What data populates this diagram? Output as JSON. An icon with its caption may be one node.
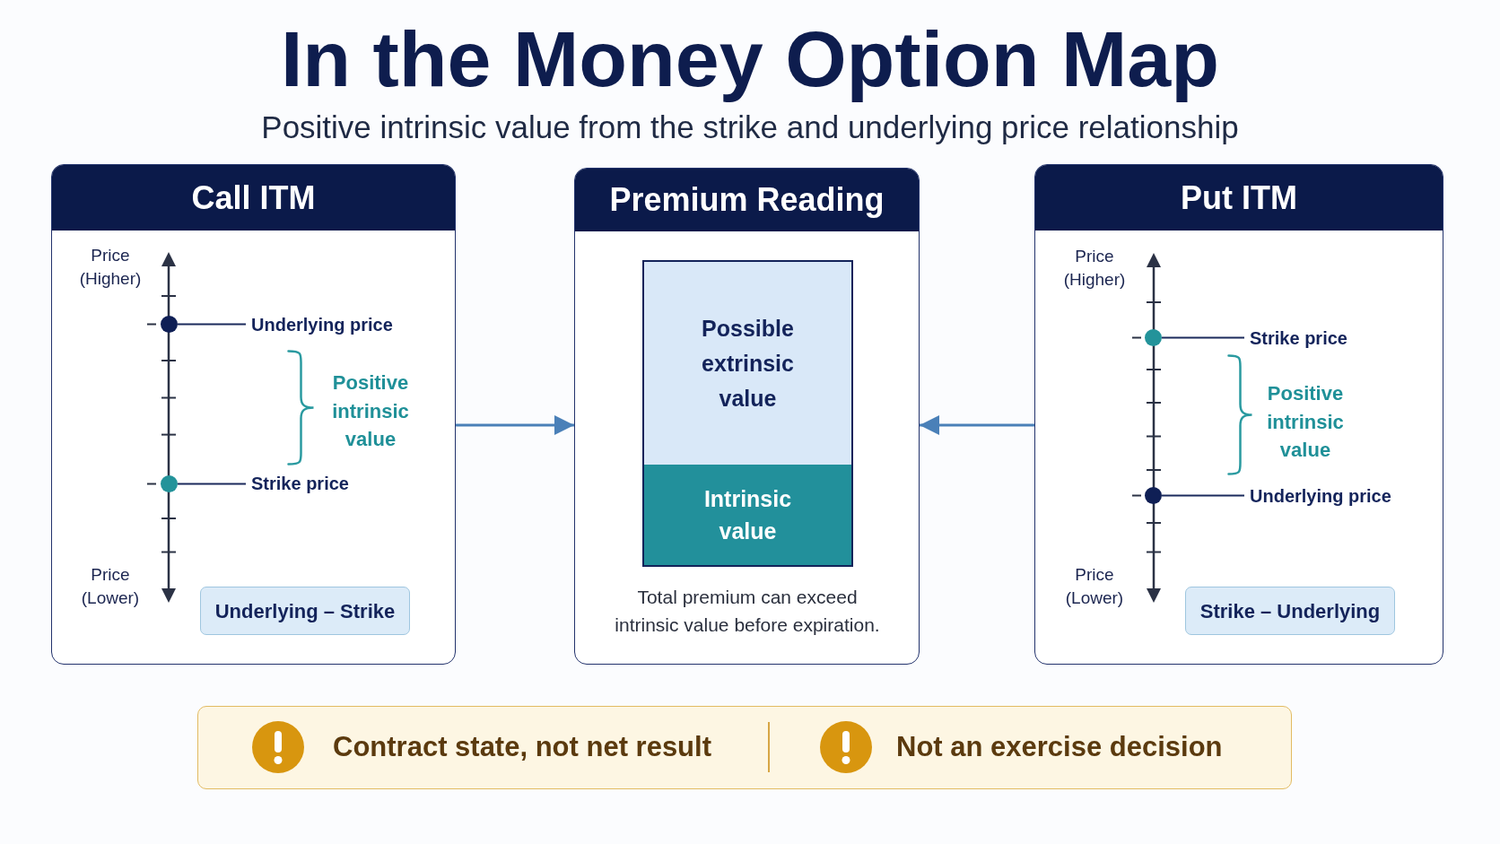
{
  "diagram": {
    "title": "In the Money Option Map",
    "nodes": [
      {
        "text": [
          "Call ITM"
        ]
      },
      {
        "text": [],
        "shape": "circle",
        "in": 0
      },
      {
        "text": [
          "Underlying price"
        ],
        "in": 0
      },
      {
        "text": [],
        "shape": "circle",
        "in": 0
      },
      {
        "text": [
          "Strike price"
        ],
        "in": 0
      },
      {
        "text": [
          "Underlying – Strike"
        ],
        "in": 0
      },
      {
        "text": [
          "Premium Reading",
          "Total premium can exceed intrinsic value before expiration."
        ]
      },
      {
        "text": [
          "Possible extrinsic value"
        ],
        "in": 6
      },
      {
        "text": [
          "Intrinsic value"
        ],
        "in": 6
      },
      {
        "text": [
          "Put ITM"
        ]
      },
      {
        "text": [],
        "shape": "circle",
        "in": 9
      },
      {
        "text": [
          "Strike price"
        ],
        "in": 9
      },
      {
        "text": [],
        "shape": "circle",
        "in": 9
      },
      {
        "text": [
          "Underlying price"
        ],
        "in": 9
      },
      {
        "text": [
          "Strike – Underlying"
        ],
        "in": 9
      },
      {
        "text": [
          "Contract state, not net result",
          "Not an exercise decision"
        ]
      }
    ],
    "edges": [
      {
        "from": 0,
        "to": 6,
        "arrow": "to",
        "color": "#4a80b8"
      },
      {
        "from": 9,
        "to": 6,
        "arrow": "to",
        "color": "#4a80b8"
      },
      {
        "from": 2,
        "to": 1,
        "arrow": "none"
      },
      {
        "from": 4,
        "to": 3,
        "arrow": "none"
      },
      {
        "from": 11,
        "to": 10,
        "arrow": "none"
      },
      {
        "from": 13,
        "to": 12,
        "arrow": "none"
      }
    ],
    "labels": [
      "Positive intrinsic value from the strike and underlying price relationship",
      "Price (Higher)",
      "Positive intrinsic value",
      "Price (Lower)",
      "Price (Higher)",
      "Positive intrinsic value",
      "Price (Lower)"
    ]
  }
}
